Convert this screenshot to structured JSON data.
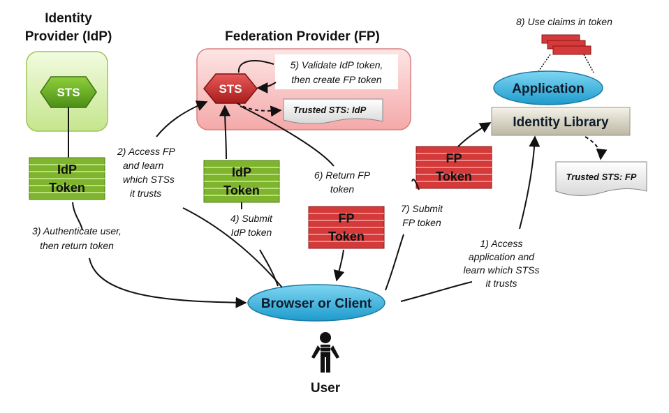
{
  "idp": {
    "title_line1": "Identity",
    "title_line2": "Provider (IdP)",
    "sts_label": "STS"
  },
  "fp": {
    "title": "Federation Provider (FP)",
    "sts_label": "STS",
    "note_line1": "5) Validate IdP token,",
    "note_line2": "then create FP token",
    "trusted_doc": "Trusted STS: IdP"
  },
  "tokens": {
    "idp_left": {
      "line1": "IdP",
      "line2": "Token"
    },
    "idp_mid": {
      "line1": "IdP",
      "line2": "Token"
    },
    "fp_bottom": {
      "line1": "FP",
      "line2": "Token"
    },
    "fp_right": {
      "line1": "FP",
      "line2": "Token"
    }
  },
  "app": {
    "claims_label": "8) Use claims in token",
    "application": "Application",
    "identity_library": "Identity Library",
    "trusted_doc": "Trusted STS: FP"
  },
  "client": {
    "label": "Browser or Client",
    "user_label": "User"
  },
  "steps": {
    "step1": [
      "1) Access",
      "application and",
      "learn which STSs",
      "it trusts"
    ],
    "step2": [
      "2) Access FP",
      "and learn",
      "which STSs",
      "it trusts"
    ],
    "step3": [
      "3) Authenticate user,",
      "then return token"
    ],
    "step4": [
      "4) Submit",
      "IdP token"
    ],
    "step6": [
      "6) Return FP",
      "token"
    ],
    "step7": [
      "7) Submit",
      "FP token"
    ]
  },
  "colors": {
    "green_light": "#d6f0a8",
    "green_token": "#8cbf3c",
    "red_light": "#f8c8c8",
    "red_token": "#d43a3a",
    "oval_blue": "#3fb7e0",
    "identity_lib": "#d9d5c4"
  }
}
